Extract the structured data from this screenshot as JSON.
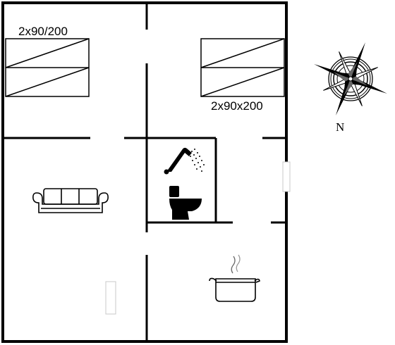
{
  "rooms": {
    "bedroom_left": {
      "bed_label": "2x90/200"
    },
    "bedroom_right": {
      "bed_label": "2x90x200"
    }
  },
  "compass": {
    "north_label": "N"
  },
  "icons": [
    "bed-icon",
    "sofa-icon",
    "shower-icon",
    "toilet-icon",
    "cooking-pot-icon",
    "compass-rose-icon"
  ],
  "colors": {
    "wall": "#000000",
    "background": "#ffffff"
  }
}
